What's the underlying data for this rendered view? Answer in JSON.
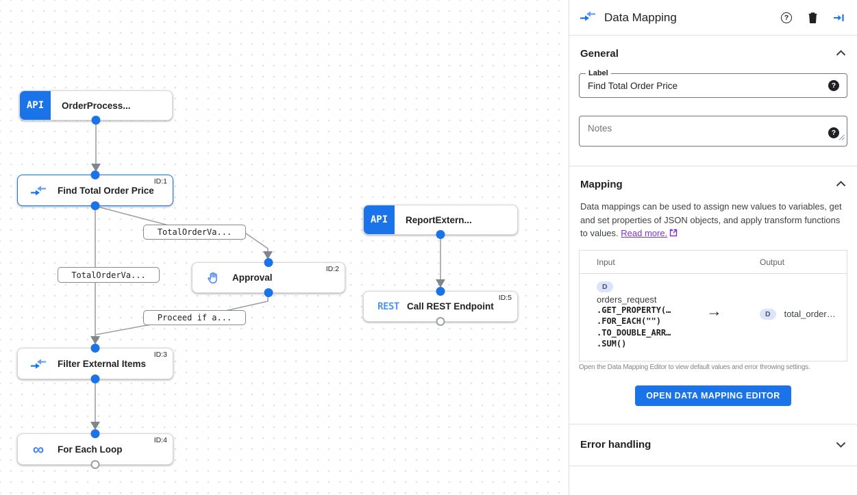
{
  "colors": {
    "accent": "#1a73e8",
    "link_purple": "#8430ce"
  },
  "canvas": {
    "api_icon_text": "API",
    "rest_icon_text": "REST",
    "loop_glyph": "∞",
    "nodes": [
      {
        "label": "OrderProcess...",
        "icon": "api"
      },
      {
        "label": "Find Total Order Price",
        "id_badge": "ID:1",
        "icon": "data-mapping"
      },
      {
        "label": "ReportExtern...",
        "icon": "api"
      },
      {
        "label": "Approval",
        "id_badge": "ID:2",
        "icon": "hand"
      },
      {
        "label": "Call REST Endpoint",
        "id_badge": "ID:5",
        "icon": "rest"
      },
      {
        "label": "Filter External Items",
        "id_badge": "ID:3",
        "icon": "data-mapping"
      },
      {
        "label": "For Each Loop",
        "id_badge": "ID:4",
        "icon": "loop"
      }
    ],
    "edge_labels": [
      {
        "text": "TotalOrderVa..."
      },
      {
        "text": "TotalOrderVa..."
      },
      {
        "text": "Proceed if a..."
      }
    ]
  },
  "panel": {
    "title": "Data Mapping",
    "help_glyph": "?",
    "general": {
      "heading": "General",
      "label_field": {
        "label": "Label",
        "value": "Find Total Order Price"
      },
      "notes_field": {
        "placeholder": "Notes"
      }
    },
    "mapping": {
      "heading": "Mapping",
      "description": "Data mappings can be used to assign new values to variables, get and set properties of JSON objects, and apply transform functions to values. ",
      "read_more": "Read more.",
      "table": {
        "input_header": "Input",
        "output_header": "Output",
        "input_badge": "D",
        "input_variable": "orders_request",
        "input_functions": [
          ".GET_PROPERTY(…",
          ".FOR_EACH(\"\")",
          ".TO_DOUBLE_ARR…",
          ".SUM()"
        ],
        "arrow": "→",
        "output_badge": "D",
        "output_variable": "total_order…"
      },
      "caption": "Open the Data Mapping Editor to view default values and error throwing settings.",
      "button": "OPEN DATA MAPPING EDITOR"
    },
    "error_handling": {
      "heading": "Error handling"
    }
  }
}
